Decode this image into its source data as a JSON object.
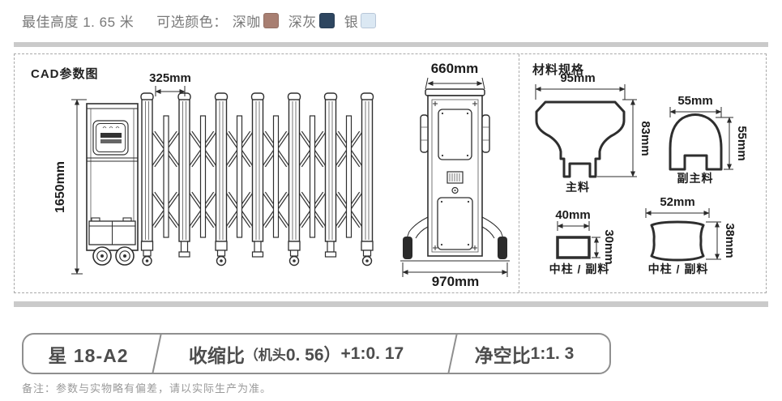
{
  "header": {
    "best_height_label": "最佳高度 1. 65 米",
    "color_options_label": "可选颜色：",
    "colors": [
      {
        "name": "深咖",
        "hex": "#a87f72"
      },
      {
        "name": "深灰",
        "hex": "#2e4660"
      },
      {
        "name": "银",
        "hex": "#dbe8f3"
      }
    ]
  },
  "cad": {
    "title": "CAD参数图",
    "gate": {
      "post_pitch": "325mm",
      "height": "1650mm"
    },
    "head": {
      "width": "660mm",
      "base_width": "970mm"
    }
  },
  "materials": {
    "title": "材料规格",
    "profiles": [
      {
        "label": "主料",
        "width": "95mm",
        "height": "83mm"
      },
      {
        "label": "副主料",
        "width": "55mm",
        "height": "55mm"
      },
      {
        "label": "中柱 / 副料",
        "width": "40mm",
        "height": "30mm"
      },
      {
        "label": "中柱 / 副料",
        "width": "52mm",
        "height": "38mm"
      }
    ]
  },
  "spec_bar": {
    "model": "星 18-A2",
    "shrink_label": "收缩比",
    "shrink_paren": "（机头",
    "shrink_value": " 0. 56）",
    "shrink_suffix": " +1:0. 17",
    "clearance_label": "净空比",
    "clearance_value": " 1:1. 3"
  },
  "note": "备注：参数与实物略有偏差，请以实际生产为准。"
}
